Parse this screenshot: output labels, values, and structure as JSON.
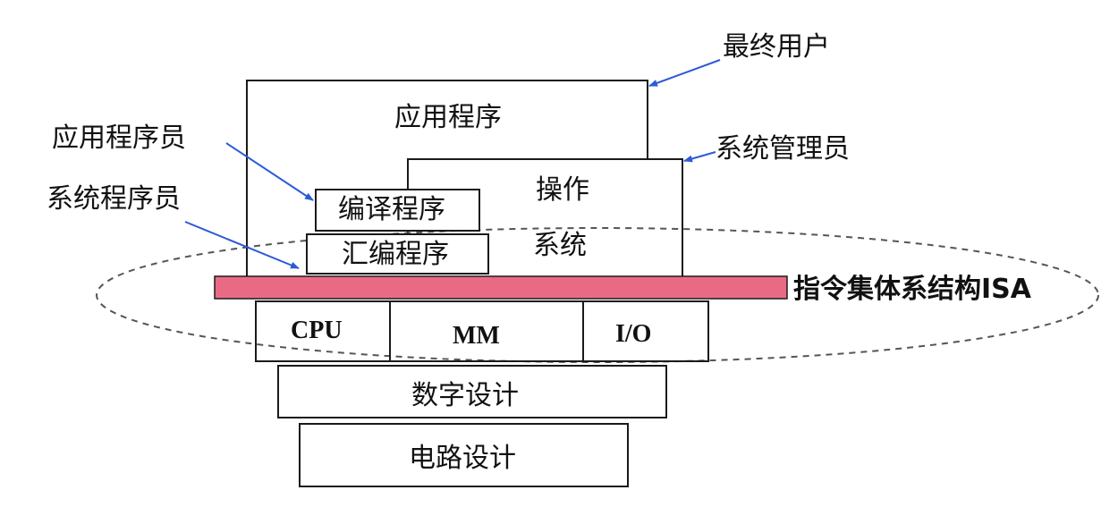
{
  "layers": {
    "application": "应用程序",
    "os_top": "操作",
    "os_bottom": "系统",
    "compiler": "编译程序",
    "assembler": "汇编程序",
    "isa": "指令集体系结构ISA",
    "cpu": "CPU",
    "mm": "MM",
    "io": "I/O",
    "digital_design": "数字设计",
    "circuit_design": "电路设计"
  },
  "roles": {
    "end_user": "最终用户",
    "app_programmer": "应用程序员",
    "system_admin": "系统管理员",
    "system_programmer": "系统程序员"
  },
  "colors": {
    "isa_fill": "#e96a84",
    "arrow": "#2d5bd6",
    "stroke": "#1a1a1a",
    "ellipse": "#555555"
  }
}
